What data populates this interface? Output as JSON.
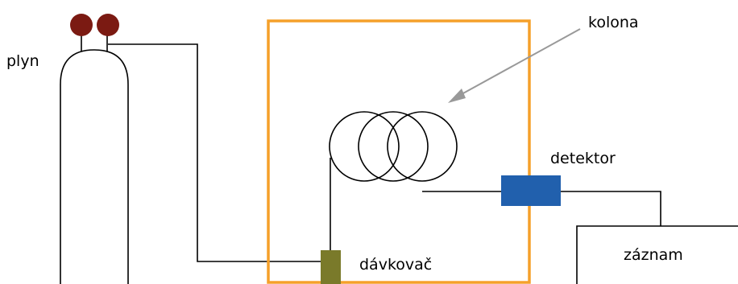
{
  "labels": {
    "gas": "plyn",
    "column": "kolona",
    "detector": "detektor",
    "injector": "dávkovač",
    "record": "záznam"
  },
  "colors": {
    "oven": "#F5A02A",
    "injector": "#7A7A2A",
    "detector": "#2160AD",
    "valve": "#7B1A12",
    "arrow": "#999999",
    "line": "#000000"
  },
  "icons": {
    "gas_cylinder": "gas-cylinder-icon",
    "valve": "valve-icon",
    "column_coil": "column-coil-icon",
    "arrow": "arrow-icon"
  }
}
